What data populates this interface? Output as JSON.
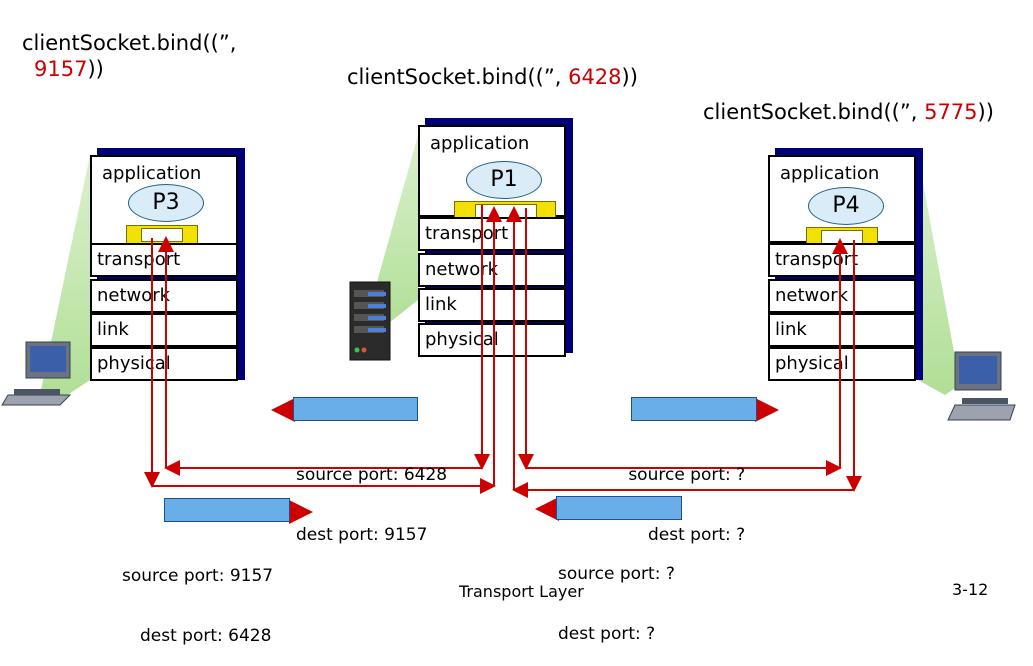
{
  "left_client": {
    "bind_prefix": "clientSocket.bind((”,",
    "bind_port": "9157",
    "bind_suffix": "))",
    "app_label": "application",
    "process": "P3",
    "layers": [
      "transport",
      "network",
      "link",
      "physical"
    ]
  },
  "server": {
    "bind_prefix": "clientSocket.bind((”, ",
    "bind_port": "6428",
    "bind_suffix": "))",
    "app_label": "application",
    "process": "P1",
    "layers": [
      "transport",
      "network",
      "link",
      "physical"
    ]
  },
  "right_client": {
    "bind_prefix": "clientSocket.bind((”, ",
    "bind_port": "5775",
    "bind_suffix": "))",
    "app_label": "application",
    "process": "P4",
    "layers": [
      "transport",
      "network",
      "link",
      "physical"
    ]
  },
  "segments": {
    "s1": {
      "source": "source port: 6428",
      "dest": "dest port: 9157"
    },
    "s2": {
      "source": "source port: ?",
      "dest": "dest port: ?"
    },
    "s3": {
      "source": "source port: 9157",
      "dest": "dest port: 6428"
    },
    "s4": {
      "source": "source port: ?",
      "dest": "dest port: ?"
    }
  },
  "footer": {
    "title": "Transport Layer",
    "page": "3-12"
  },
  "colors": {
    "arrow": "#cc0000",
    "segment": "#6aaee8",
    "shadow": "#00007a",
    "socket": "#f2e100",
    "process": "#d9ecf7"
  }
}
